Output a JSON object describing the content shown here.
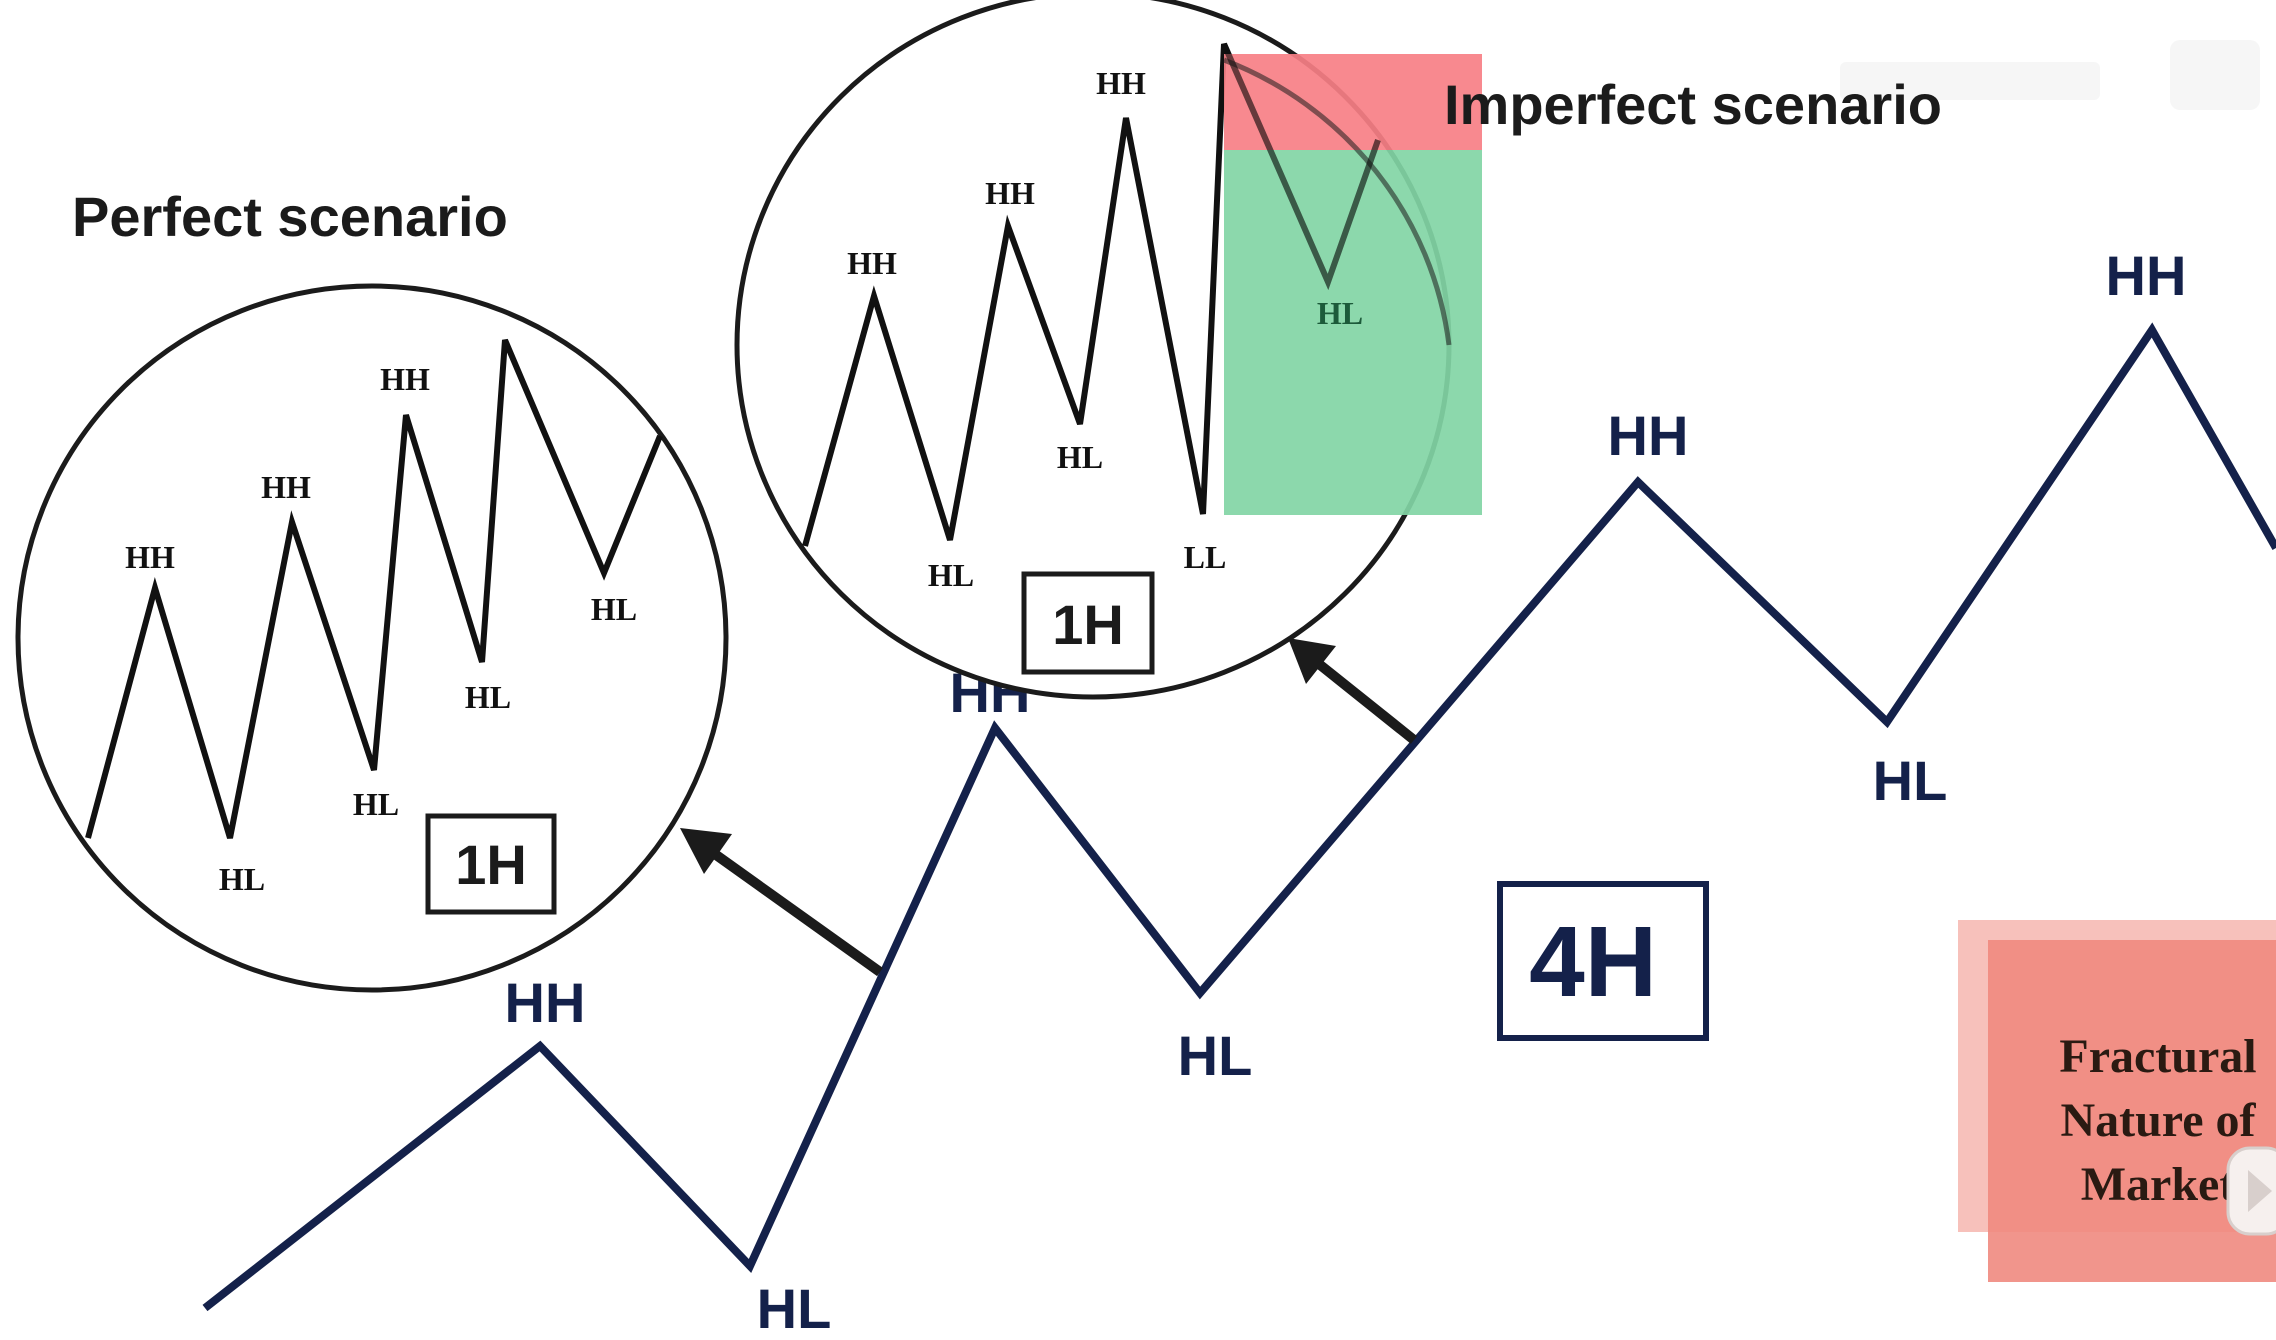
{
  "colors": {
    "main_line": "#14214a",
    "main_label": "#14214a",
    "inset_line": "#111111",
    "circle_stroke": "#1b1b1b",
    "arrow": "#1b1b1b",
    "red_zone": "#f77f85",
    "green_zone": "#82d5a5",
    "note_box": "#f08a80",
    "note_text": "#2a1a12"
  },
  "titles": {
    "perfect": "Perfect scenario",
    "imperfect": "Imperfect scenario"
  },
  "badges": {
    "left_timeframe": "1H",
    "top_timeframe": "1H",
    "main_timeframe": "4H"
  },
  "main_labels": [
    "HH",
    "HL",
    "HH",
    "HL",
    "HH",
    "HL",
    "HH"
  ],
  "perfect_labels": [
    "HH",
    "HL",
    "HH",
    "HL",
    "HH",
    "HL",
    "HL"
  ],
  "imperfect_labels": [
    "HH",
    "HL",
    "HH",
    "HL",
    "HH",
    "LL",
    "HL"
  ],
  "note": {
    "line1": "Fractural",
    "line2": "Nature of",
    "line3": "Market"
  },
  "icons": {
    "arrow": "arrow-icon",
    "play": "play-icon"
  }
}
